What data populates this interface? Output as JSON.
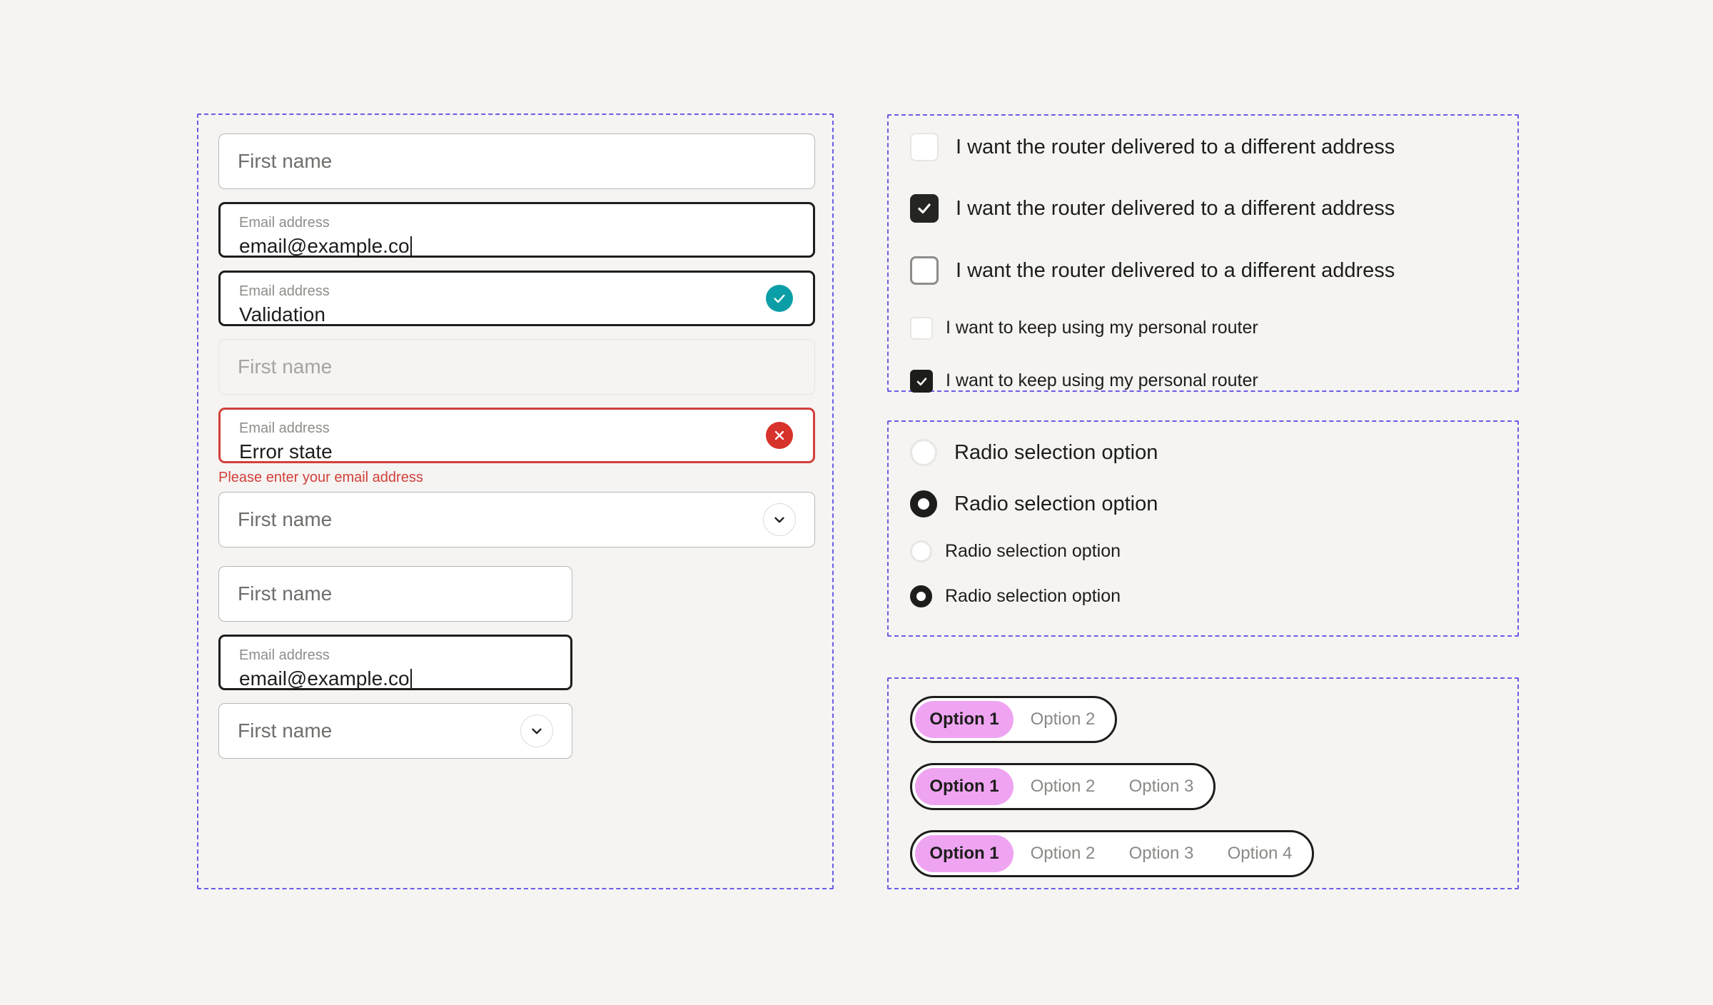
{
  "theme": {
    "page_bg": "#f5f4f2",
    "spec_border": "#6b5ce7",
    "accent_pink": "#efa4f2",
    "valid_teal": "#0c9ea6",
    "error_red": "#d23f3a",
    "ink": "#1d1d1b"
  },
  "fields": {
    "default_empty": {
      "placeholder": "First name"
    },
    "focused_email": {
      "label": "Email address",
      "value": "email@example.co"
    },
    "validated_email": {
      "label": "Email address",
      "value": "Validation",
      "icon": "check-circle-icon"
    },
    "disabled_empty": {
      "placeholder": "First name"
    },
    "error_email": {
      "label": "Email address",
      "value": "Error state",
      "icon": "error-circle-icon",
      "message": "Please enter your email address"
    },
    "select_wide": {
      "placeholder": "First name",
      "icon": "chevron-down-icon"
    },
    "narrow_empty": {
      "placeholder": "First name"
    },
    "narrow_focused_email": {
      "label": "Email address",
      "value": "email@example.co"
    },
    "narrow_select": {
      "placeholder": "First name",
      "icon": "chevron-down-icon"
    }
  },
  "checkboxes": [
    {
      "label": "I want the router delivered to a different address",
      "checked": false,
      "size": "lg",
      "state": "default"
    },
    {
      "label": "I want the router delivered to a different address",
      "checked": true,
      "size": "lg",
      "state": "default"
    },
    {
      "label": "I want the router delivered to a different address",
      "checked": false,
      "size": "lg",
      "state": "hover"
    },
    {
      "label": "I want to keep using my personal router",
      "checked": false,
      "size": "sm",
      "state": "default"
    },
    {
      "label": "I want to keep using my personal router",
      "checked": true,
      "size": "sm",
      "state": "default"
    }
  ],
  "radios": [
    {
      "label": "Radio selection option",
      "selected": false,
      "size": "lg"
    },
    {
      "label": "Radio selection option",
      "selected": true,
      "size": "lg"
    },
    {
      "label": "Radio selection option",
      "selected": false,
      "size": "sm"
    },
    {
      "label": "Radio selection option",
      "selected": true,
      "size": "sm"
    }
  ],
  "segmented_controls": [
    {
      "options": [
        "Option 1",
        "Option 2"
      ],
      "active_index": 0
    },
    {
      "options": [
        "Option 1",
        "Option 2",
        "Option 3"
      ],
      "active_index": 0
    },
    {
      "options": [
        "Option 1",
        "Option 2",
        "Option 3",
        "Option 4"
      ],
      "active_index": 0
    }
  ]
}
